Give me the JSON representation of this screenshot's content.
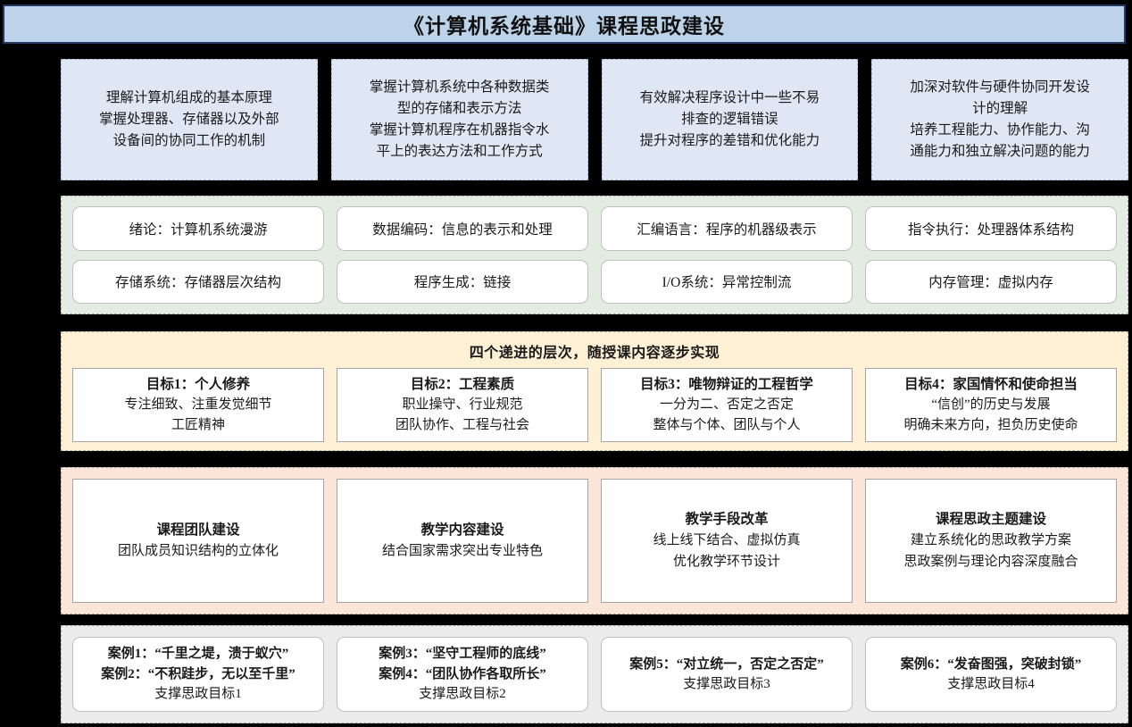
{
  "header": {
    "title": "《计算机系统基础》课程思政建设",
    "accent_color": "#1f3864",
    "background_color": "#bcd3ea"
  },
  "objectives": {
    "background_color": "#dee7f3",
    "cards": [
      {
        "text": "理解计算机组成的基本原理\n掌握处理器、存储器以及外部\n设备间的协同工作的机制"
      },
      {
        "text": "掌握计算机系统中各种数据类\n型的存储和表示方法\n掌握计算机程序在机器指令水\n平上的表达方法和工作方式"
      },
      {
        "text": "有效解决程序设计中一些不易\n排查的逻辑错误\n提升对程序的差错和优化能力"
      },
      {
        "text": "加深对软件与硬件协同开发设\n计的理解\n培养工程能力、协作能力、沟\n通能力和独立解决问题的能力"
      }
    ]
  },
  "modules": {
    "background_color": "#e2ece0",
    "items": [
      {
        "label": "绪论：计算机系统漫游"
      },
      {
        "label": "数据编码：信息的表示和处理"
      },
      {
        "label": "汇编语言：程序的机器级表示"
      },
      {
        "label": "指令执行：处理器体系结构"
      },
      {
        "label": "存储系统：存储器层次结构"
      },
      {
        "label": "程序生成：链接"
      },
      {
        "label": "I/O系统：异常控制流"
      },
      {
        "label": "内存管理：虚拟内存"
      }
    ]
  },
  "goals": {
    "background_color": "#fdf0d5",
    "heading": "四个递进的层次，随授课内容逐步实现",
    "cards": [
      {
        "title": "目标1：个人修养",
        "body": "专注细致、注重发觉细节\n工匠精神"
      },
      {
        "title": "目标2：工程素质",
        "body": "职业操守、行业规范\n团队协作、工程与社会"
      },
      {
        "title": "目标3：唯物辩证的工程哲学",
        "body": "一分为二、否定之否定\n整体与个体、团队与个人"
      },
      {
        "title": "目标4：家国情怀和使命担当",
        "body": "“信创”的历史与发展\n明确未来方向，担负历史使命"
      }
    ]
  },
  "construction": {
    "background_color": "#fae5d8",
    "cards": [
      {
        "title": "课程团队建设",
        "body": "团队成员知识结构的立体化"
      },
      {
        "title": "教学内容建设",
        "body": "结合国家需求突出专业特色"
      },
      {
        "title": "教学手段改革",
        "body": "线上线下结合、虚拟仿真\n优化教学环节设计"
      },
      {
        "title": "课程思政主题建设",
        "body": "建立系统化的思政教学方案\n思政案例与理论内容深度融合"
      }
    ]
  },
  "cases": {
    "background_color": "#ebebeb",
    "cards": [
      {
        "title": "案例1：“千里之堤，溃于蚁穴”\n案例2：“不积跬步，无以至千里”",
        "support": "支撑思政目标1"
      },
      {
        "title": "案例3：“坚守工程师的底线”\n案例4：“团队协作各取所长”",
        "support": "支撑思政目标2"
      },
      {
        "title": "案例5：“对立统一，否定之否定”",
        "support": "支撑思政目标3"
      },
      {
        "title": "案例6：“发奋图强，突破封锁”",
        "support": "支撑思政目标4"
      }
    ]
  }
}
